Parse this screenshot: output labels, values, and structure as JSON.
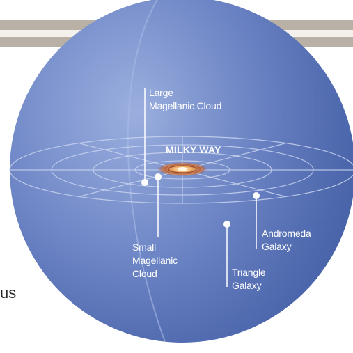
{
  "labels": {
    "milky_way": "MILKY WAY",
    "lmc": "Large\nMagellanic Cloud",
    "smc": "Small\nMagellanic\nCloud",
    "andromeda": "Andromeda\nGalaxy",
    "triangle": "Triangle\nGalaxy",
    "cutoff_text": "us"
  },
  "colors": {
    "sphere_light": "#8da3d6",
    "sphere_mid": "#6f87c7",
    "sphere_dark": "#4d67ad",
    "ring_line": "#c9d3ef",
    "marker": "#ffffff",
    "bar_outer": "#b9b1a6",
    "bar_inner": "#f4f1ec"
  }
}
